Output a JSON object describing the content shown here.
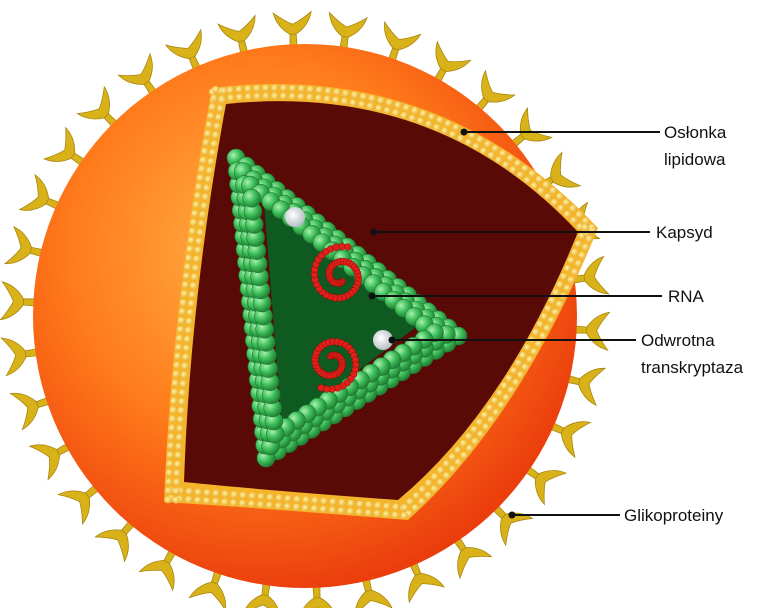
{
  "labels": {
    "envelope_line1": "Osłonka",
    "envelope_line2": "lipidowa",
    "capsid": "Kapsyd",
    "rna": "RNA",
    "rt_line1": "Odwrotna",
    "rt_line2": "transkryptaza",
    "glycoproteins": "Glikoproteiny"
  },
  "colors": {
    "envelope_outer": "#f04a10",
    "envelope_inner": "#ff8a1e",
    "glycoprotein": "#d9b21a",
    "glycoprotein_dark": "#a8860e",
    "lipid_bilayer": "#f7d23a",
    "interior": "#5a0a06",
    "capsid": "#3fbf5a",
    "capsid_dark": "#1e7a32",
    "capsid_core": "#0f5a20",
    "rna": "#e0201a",
    "enzyme": "#e8ecef",
    "leader": "#111111"
  }
}
